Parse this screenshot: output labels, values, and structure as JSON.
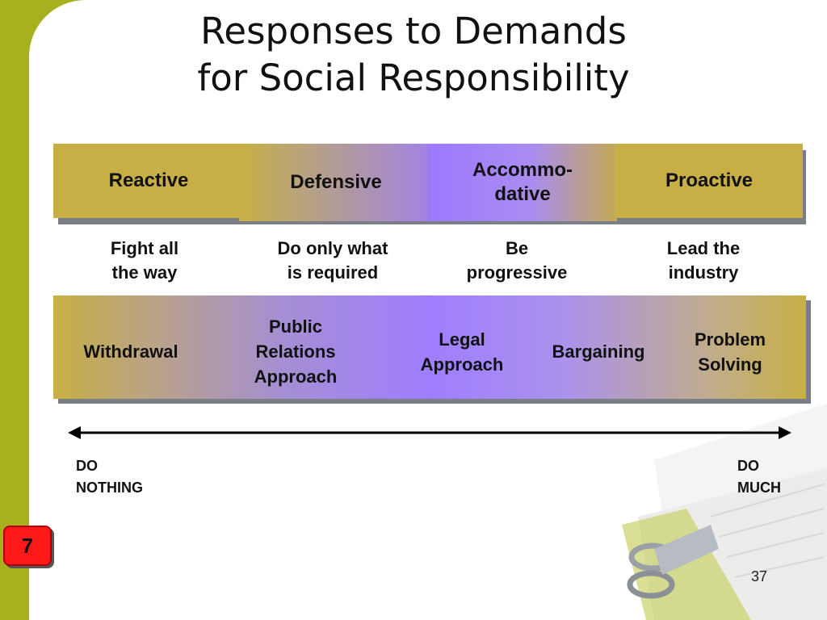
{
  "title": {
    "line1": "Responses to Demands",
    "line2": "for Social Responsibility"
  },
  "strategies": [
    {
      "label": "Reactive"
    },
    {
      "label": "Defensive"
    },
    {
      "label_line1": "Accommo-",
      "label_line2": "dative"
    },
    {
      "label": "Proactive"
    }
  ],
  "responses": [
    {
      "line1": "Fight all",
      "line2": "the way"
    },
    {
      "line1": "Do only what",
      "line2": "is required"
    },
    {
      "line1": "Be",
      "line2": "progressive"
    },
    {
      "line1": "Lead the",
      "line2": "industry"
    }
  ],
  "approaches": [
    {
      "line1": "Withdrawal"
    },
    {
      "line1": "Public",
      "line2": "Relations",
      "line3": "Approach"
    },
    {
      "line1": "Legal",
      "line2": "Approach"
    },
    {
      "line1": "Bargaining"
    },
    {
      "line1": "Problem",
      "line2": "Solving"
    }
  ],
  "scale": {
    "left_line1": "DO",
    "left_line2": "NOTHING",
    "right_line1": "DO",
    "right_line2": "MUCH"
  },
  "chapter_badge": "7",
  "page_number": "37",
  "colors": {
    "frame": "#a7b01e",
    "gold": "#c8af45",
    "purple": "#9e79ff",
    "badge": "#ff1a1a"
  }
}
